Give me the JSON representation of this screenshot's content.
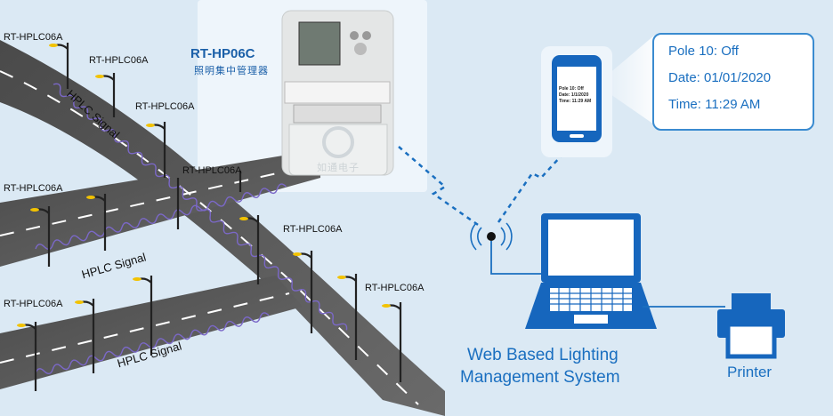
{
  "pole_labels": {
    "p1": "RT-HPLC06A",
    "p2": "RT-HPLC06A",
    "p3": "RT-HPLC06A",
    "p4": "RT-HPLC06A",
    "p5": "RT-HPLC06A",
    "p6": "RT-HPLC06A",
    "p7": "RT-HPLC06A",
    "p8": "RT-HPLC06A"
  },
  "signal_labels": {
    "s1": "HPLC Signal",
    "s2": "HPLC Signal",
    "s3": "HPLC Signal"
  },
  "concentrator": {
    "model": "RT-HP06C",
    "subtitle": "照明集中管理器",
    "brand_watermark": "如通电子"
  },
  "phone": {
    "line1": "Pole 10: Off",
    "line2": "Date: 1/1/2020",
    "line3": "Time: 11:29 AM"
  },
  "callout": {
    "line1": "Pole 10: Off",
    "line2": "Date: 01/01/2020",
    "line3": "Time: 11:29 AM"
  },
  "system": {
    "line1": "Web Based Lighting",
    "line2": "Management System"
  },
  "printer_label": "Printer",
  "colors": {
    "background": "#dbe9f4",
    "accent": "#1a6fc0",
    "road": "#5a5a5a",
    "signal_wave": "#7b68c8"
  }
}
